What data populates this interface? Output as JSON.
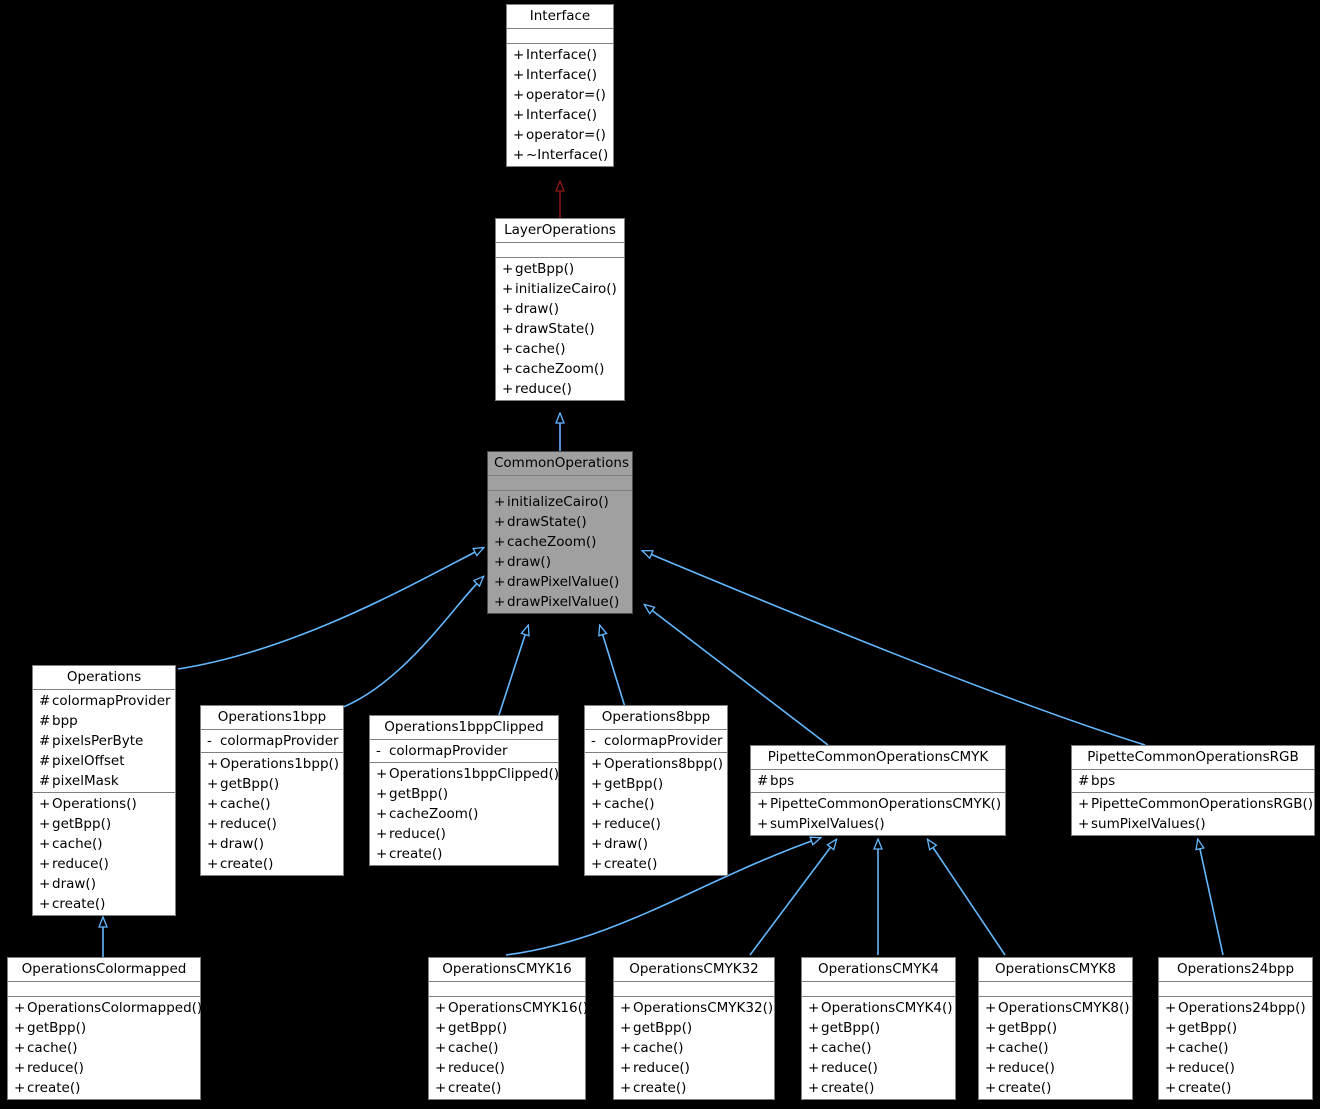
{
  "diagram": {
    "title": "CommonOperations class inheritance diagram",
    "background_color": "#000000",
    "node_fill": "#ffffff",
    "node_highlight_fill": "#a0a0a0",
    "edge_color": "#63b8ff",
    "realization_edge_color": "#8b1a1a"
  },
  "nodes": [
    {
      "id": "interface",
      "name": "Interface",
      "highlighted": false,
      "attributes": [],
      "methods": [
        {
          "vis": "+",
          "label": "Interface()"
        },
        {
          "vis": "+",
          "label": "Interface()"
        },
        {
          "vis": "+",
          "label": "operator=()"
        },
        {
          "vis": "+",
          "label": "Interface()"
        },
        {
          "vis": "+",
          "label": "operator=()"
        },
        {
          "vis": "+",
          "label": "~Interface()"
        }
      ]
    },
    {
      "id": "layeroperations",
      "name": "LayerOperations",
      "highlighted": false,
      "attributes": [],
      "methods": [
        {
          "vis": "+",
          "label": "getBpp()"
        },
        {
          "vis": "+",
          "label": "initializeCairo()"
        },
        {
          "vis": "+",
          "label": "draw()"
        },
        {
          "vis": "+",
          "label": "drawState()"
        },
        {
          "vis": "+",
          "label": "cache()"
        },
        {
          "vis": "+",
          "label": "cacheZoom()"
        },
        {
          "vis": "+",
          "label": "reduce()"
        }
      ]
    },
    {
      "id": "commonoperations",
      "name": "CommonOperations",
      "highlighted": true,
      "attributes": [],
      "methods": [
        {
          "vis": "+",
          "label": "initializeCairo()"
        },
        {
          "vis": "+",
          "label": "drawState()"
        },
        {
          "vis": "+",
          "label": "cacheZoom()"
        },
        {
          "vis": "+",
          "label": "draw()"
        },
        {
          "vis": "+",
          "label": "drawPixelValue()"
        },
        {
          "vis": "+",
          "label": "drawPixelValue()"
        }
      ]
    },
    {
      "id": "operations",
      "name": "Operations",
      "highlighted": false,
      "attributes": [
        {
          "vis": "#",
          "label": "colormapProvider"
        },
        {
          "vis": "#",
          "label": "bpp"
        },
        {
          "vis": "#",
          "label": "pixelsPerByte"
        },
        {
          "vis": "#",
          "label": "pixelOffset"
        },
        {
          "vis": "#",
          "label": "pixelMask"
        }
      ],
      "methods": [
        {
          "vis": "+",
          "label": "Operations()"
        },
        {
          "vis": "+",
          "label": "getBpp()"
        },
        {
          "vis": "+",
          "label": "cache()"
        },
        {
          "vis": "+",
          "label": "reduce()"
        },
        {
          "vis": "+",
          "label": "draw()"
        },
        {
          "vis": "+",
          "label": "create()"
        }
      ]
    },
    {
      "id": "operations1bpp",
      "name": "Operations1bpp",
      "highlighted": false,
      "attributes": [
        {
          "vis": "-",
          "label": "colormapProvider"
        }
      ],
      "methods": [
        {
          "vis": "+",
          "label": "Operations1bpp()"
        },
        {
          "vis": "+",
          "label": "getBpp()"
        },
        {
          "vis": "+",
          "label": "cache()"
        },
        {
          "vis": "+",
          "label": "reduce()"
        },
        {
          "vis": "+",
          "label": "draw()"
        },
        {
          "vis": "+",
          "label": "create()"
        }
      ]
    },
    {
      "id": "operations1bppclipped",
      "name": "Operations1bppClipped",
      "highlighted": false,
      "attributes": [
        {
          "vis": "-",
          "label": "colormapProvider"
        }
      ],
      "methods": [
        {
          "vis": "+",
          "label": "Operations1bppClipped()"
        },
        {
          "vis": "+",
          "label": "getBpp()"
        },
        {
          "vis": "+",
          "label": "cacheZoom()"
        },
        {
          "vis": "+",
          "label": "reduce()"
        },
        {
          "vis": "+",
          "label": "create()"
        }
      ]
    },
    {
      "id": "operations8bpp",
      "name": "Operations8bpp",
      "highlighted": false,
      "attributes": [
        {
          "vis": "-",
          "label": "colormapProvider"
        }
      ],
      "methods": [
        {
          "vis": "+",
          "label": "Operations8bpp()"
        },
        {
          "vis": "+",
          "label": "getBpp()"
        },
        {
          "vis": "+",
          "label": "cache()"
        },
        {
          "vis": "+",
          "label": "reduce()"
        },
        {
          "vis": "+",
          "label": "draw()"
        },
        {
          "vis": "+",
          "label": "create()"
        }
      ]
    },
    {
      "id": "pipettecmyk",
      "name": "PipetteCommonOperationsCMYK",
      "highlighted": false,
      "attributes": [
        {
          "vis": "#",
          "label": "bps"
        }
      ],
      "methods": [
        {
          "vis": "+",
          "label": "PipetteCommonOperationsCMYK()"
        },
        {
          "vis": "+",
          "label": "sumPixelValues()"
        }
      ]
    },
    {
      "id": "pipettergb",
      "name": "PipetteCommonOperationsRGB",
      "highlighted": false,
      "attributes": [
        {
          "vis": "#",
          "label": "bps"
        }
      ],
      "methods": [
        {
          "vis": "+",
          "label": "PipetteCommonOperationsRGB()"
        },
        {
          "vis": "+",
          "label": "sumPixelValues()"
        }
      ]
    },
    {
      "id": "operationscolormapped",
      "name": "OperationsColormapped",
      "highlighted": false,
      "attributes": [],
      "methods": [
        {
          "vis": "+",
          "label": "OperationsColormapped()"
        },
        {
          "vis": "+",
          "label": "getBpp()"
        },
        {
          "vis": "+",
          "label": "cache()"
        },
        {
          "vis": "+",
          "label": "reduce()"
        },
        {
          "vis": "+",
          "label": "create()"
        }
      ]
    },
    {
      "id": "operationscmyk16",
      "name": "OperationsCMYK16",
      "highlighted": false,
      "attributes": [],
      "methods": [
        {
          "vis": "+",
          "label": "OperationsCMYK16()"
        },
        {
          "vis": "+",
          "label": "getBpp()"
        },
        {
          "vis": "+",
          "label": "cache()"
        },
        {
          "vis": "+",
          "label": "reduce()"
        },
        {
          "vis": "+",
          "label": "create()"
        }
      ]
    },
    {
      "id": "operationscmyk32",
      "name": "OperationsCMYK32",
      "highlighted": false,
      "attributes": [],
      "methods": [
        {
          "vis": "+",
          "label": "OperationsCMYK32()"
        },
        {
          "vis": "+",
          "label": "getBpp()"
        },
        {
          "vis": "+",
          "label": "cache()"
        },
        {
          "vis": "+",
          "label": "reduce()"
        },
        {
          "vis": "+",
          "label": "create()"
        }
      ]
    },
    {
      "id": "operationscmyk4",
      "name": "OperationsCMYK4",
      "highlighted": false,
      "attributes": [],
      "methods": [
        {
          "vis": "+",
          "label": "OperationsCMYK4()"
        },
        {
          "vis": "+",
          "label": "getBpp()"
        },
        {
          "vis": "+",
          "label": "cache()"
        },
        {
          "vis": "+",
          "label": "reduce()"
        },
        {
          "vis": "+",
          "label": "create()"
        }
      ]
    },
    {
      "id": "operationscmyk8",
      "name": "OperationsCMYK8",
      "highlighted": false,
      "attributes": [],
      "methods": [
        {
          "vis": "+",
          "label": "OperationsCMYK8()"
        },
        {
          "vis": "+",
          "label": "getBpp()"
        },
        {
          "vis": "+",
          "label": "cache()"
        },
        {
          "vis": "+",
          "label": "reduce()"
        },
        {
          "vis": "+",
          "label": "create()"
        }
      ]
    },
    {
      "id": "operations24bpp",
      "name": "Operations24bpp",
      "highlighted": false,
      "attributes": [],
      "methods": [
        {
          "vis": "+",
          "label": "Operations24bpp()"
        },
        {
          "vis": "+",
          "label": "getBpp()"
        },
        {
          "vis": "+",
          "label": "cache()"
        },
        {
          "vis": "+",
          "label": "reduce()"
        },
        {
          "vis": "+",
          "label": "create()"
        }
      ]
    }
  ],
  "edges": [
    {
      "from": "layeroperations",
      "to": "interface",
      "kind": "realization"
    },
    {
      "from": "commonoperations",
      "to": "layeroperations",
      "kind": "inheritance"
    },
    {
      "from": "operations",
      "to": "commonoperations",
      "kind": "inheritance"
    },
    {
      "from": "operations1bpp",
      "to": "commonoperations",
      "kind": "inheritance"
    },
    {
      "from": "operations1bppclipped",
      "to": "commonoperations",
      "kind": "inheritance"
    },
    {
      "from": "operations8bpp",
      "to": "commonoperations",
      "kind": "inheritance"
    },
    {
      "from": "pipettecmyk",
      "to": "commonoperations",
      "kind": "inheritance"
    },
    {
      "from": "pipettergb",
      "to": "commonoperations",
      "kind": "inheritance"
    },
    {
      "from": "operationscolormapped",
      "to": "operations",
      "kind": "inheritance"
    },
    {
      "from": "operationscmyk16",
      "to": "pipettecmyk",
      "kind": "inheritance"
    },
    {
      "from": "operationscmyk32",
      "to": "pipettecmyk",
      "kind": "inheritance"
    },
    {
      "from": "operationscmyk4",
      "to": "pipettecmyk",
      "kind": "inheritance"
    },
    {
      "from": "operationscmyk8",
      "to": "pipettecmyk",
      "kind": "inheritance"
    },
    {
      "from": "operations24bpp",
      "to": "pipettergb",
      "kind": "inheritance"
    }
  ]
}
